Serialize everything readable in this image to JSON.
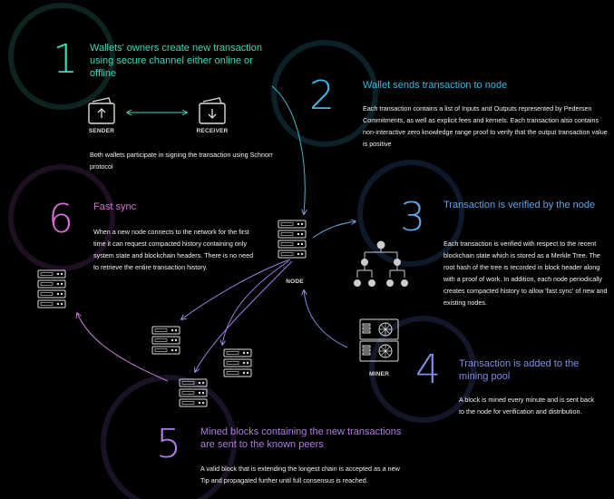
{
  "colors": {
    "background": "#000000",
    "step1": "#3fd8b8",
    "step2": "#3ab8e6",
    "step3": "#5fa2ea",
    "step4": "#7f8fe8",
    "step5": "#b07ae6",
    "step6": "#d96ed8"
  },
  "steps": [
    {
      "number": "1",
      "heading": "Wallets' owners create new transaction using secure channel either online or offline",
      "body": "Both wallets participate in signing the transaction using Schnorr protocol"
    },
    {
      "number": "2",
      "heading": "Wallet sends transaction to node",
      "body": "Each transaction contains a list of Inputs and Outputs represented by Pedersen Commitments, as well as explicit fees and kernels. Each transaction also contains non-interactive zero knowledge range proof to verify that the output transaction value is positive"
    },
    {
      "number": "3",
      "heading": "Transaction is verified by the node",
      "body": "Each transaction is verified with respect to the recent blockchain state which is stored as a Merkle Tree. The root hash of the tree is recorded in block header along with a proof of work. In addition, each node periodically creates compacted history to allow 'fast sync' of new and existing nodes."
    },
    {
      "number": "4",
      "heading": "Transaction is added to the mining pool",
      "body": "A block is mined every minute and is sent back to the node for verification and distribution."
    },
    {
      "number": "5",
      "heading": "Mined blocks containing the new transactions are sent to the known peers",
      "body": "A valid block that is extending the longest chain is accepted as a new Tip and propagated further until full consensus is reached."
    },
    {
      "number": "6",
      "heading": "Fast sync",
      "body": "When a new node connects to the network for the first time it can request compacted history containing only system state and blockchain headers. There is no need to retrieve the entire transaction history."
    }
  ],
  "labels": {
    "sender": "SENDER",
    "receiver": "RECEIVER",
    "node": "NODE",
    "miner": "MINER"
  },
  "icons": [
    "wallet-send-icon",
    "wallet-receive-icon",
    "server-icon",
    "merkle-tree-icon",
    "mining-rig-icon"
  ]
}
